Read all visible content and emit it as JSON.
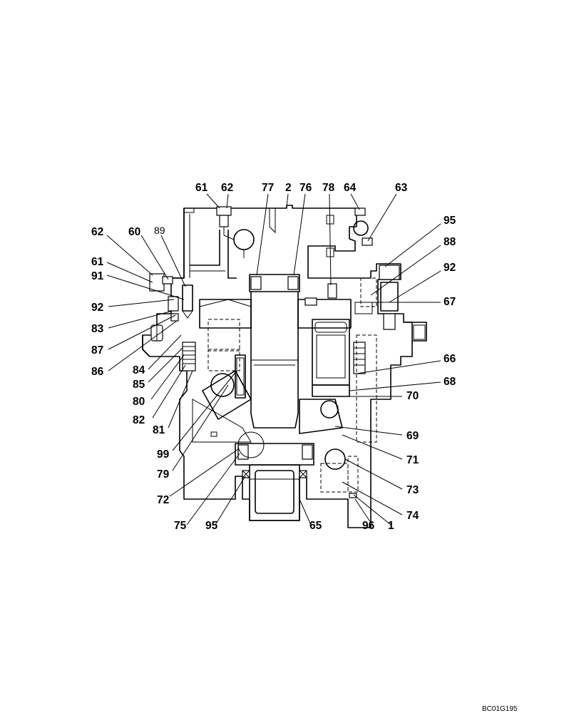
{
  "drawing_code": "BC01G195",
  "callouts": [
    {
      "id": "c61a",
      "text": "61"
    },
    {
      "id": "c62a",
      "text": "62"
    },
    {
      "id": "c77",
      "text": "77"
    },
    {
      "id": "c2",
      "text": "2"
    },
    {
      "id": "c76",
      "text": "76"
    },
    {
      "id": "c78",
      "text": "78"
    },
    {
      "id": "c64",
      "text": "64"
    },
    {
      "id": "c63",
      "text": "63"
    },
    {
      "id": "c95a",
      "text": "95"
    },
    {
      "id": "c88",
      "text": "88"
    },
    {
      "id": "c92a",
      "text": "92"
    },
    {
      "id": "c67",
      "text": "67"
    },
    {
      "id": "c66",
      "text": "66"
    },
    {
      "id": "c68",
      "text": "68"
    },
    {
      "id": "c70",
      "text": "70"
    },
    {
      "id": "c69",
      "text": "69"
    },
    {
      "id": "c71",
      "text": "71"
    },
    {
      "id": "c73",
      "text": "73"
    },
    {
      "id": "c74",
      "text": "74"
    },
    {
      "id": "c1",
      "text": "1"
    },
    {
      "id": "c96",
      "text": "96"
    },
    {
      "id": "c65",
      "text": "65"
    },
    {
      "id": "c95b",
      "text": "95"
    },
    {
      "id": "c75",
      "text": "75"
    },
    {
      "id": "c72",
      "text": "72"
    },
    {
      "id": "c79",
      "text": "79"
    },
    {
      "id": "c99",
      "text": "99"
    },
    {
      "id": "c81",
      "text": "81"
    },
    {
      "id": "c82",
      "text": "82"
    },
    {
      "id": "c80",
      "text": "80"
    },
    {
      "id": "c85",
      "text": "85"
    },
    {
      "id": "c84",
      "text": "84"
    },
    {
      "id": "c86",
      "text": "86"
    },
    {
      "id": "c87",
      "text": "87"
    },
    {
      "id": "c83",
      "text": "83"
    },
    {
      "id": "c92b",
      "text": "92"
    },
    {
      "id": "c91",
      "text": "91"
    },
    {
      "id": "c61b",
      "text": "61"
    },
    {
      "id": "c62b",
      "text": "62"
    },
    {
      "id": "c60",
      "text": "60"
    },
    {
      "id": "c89",
      "text": "89"
    }
  ]
}
